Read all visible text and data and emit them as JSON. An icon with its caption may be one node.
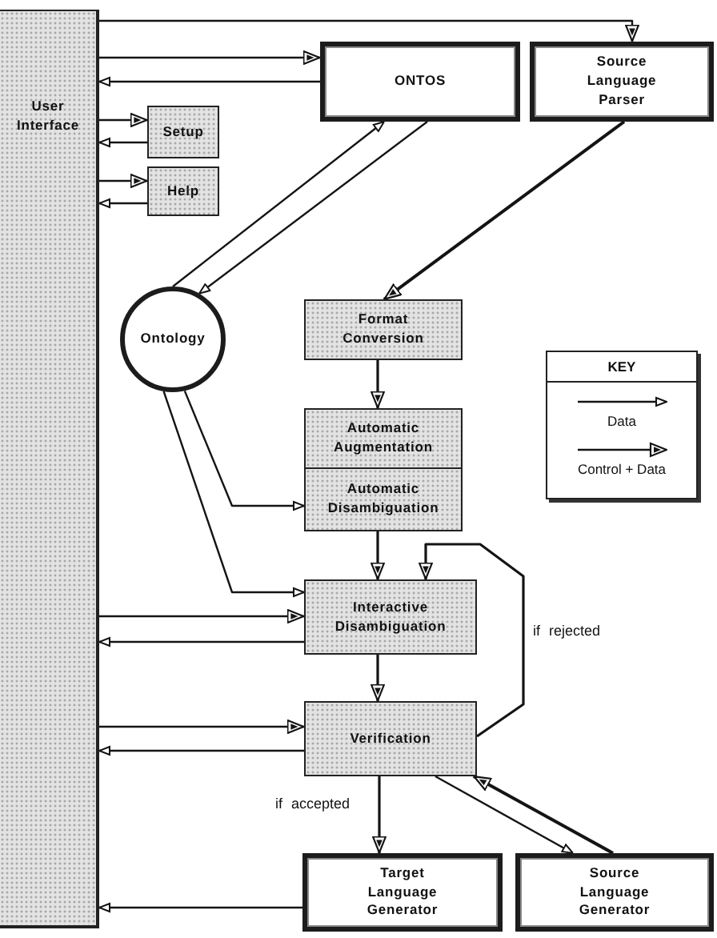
{
  "diagram": {
    "nodes": [
      {
        "text": [
          "User Interface"
        ]
      },
      {
        "text": [
          "ONTOS"
        ]
      },
      {
        "text": [
          "Source Language Parser"
        ]
      },
      {
        "text": [
          "Setup"
        ]
      },
      {
        "text": [
          "Help"
        ]
      },
      {
        "text": [
          "Ontology"
        ]
      },
      {
        "text": [
          "Format Conversion"
        ]
      },
      {
        "text": [
          "Automatic Augmentation"
        ]
      },
      {
        "text": [
          "Automatic Disambiguation"
        ]
      },
      {
        "text": [
          "Interactive Disambiguation"
        ]
      },
      {
        "text": [
          "Verification"
        ]
      },
      {
        "text": [
          "Target Language Generator"
        ]
      },
      {
        "text": [
          "Source Language Generator"
        ]
      }
    ],
    "edges": [
      {
        "from": 0,
        "to": 2,
        "arrow": "to"
      },
      {
        "from": 0,
        "to": 1,
        "arrow": "to"
      },
      {
        "from": 1,
        "to": 0,
        "arrow": "to"
      },
      {
        "from": 0,
        "to": 3,
        "arrow": "to"
      },
      {
        "from": 3,
        "to": 0,
        "arrow": "to"
      },
      {
        "from": 0,
        "to": 4,
        "arrow": "to"
      },
      {
        "from": 4,
        "to": 0,
        "arrow": "to"
      },
      {
        "from": 5,
        "to": 1,
        "arrow": "to"
      },
      {
        "from": 1,
        "to": 5,
        "arrow": "to"
      },
      {
        "from": 2,
        "to": 6,
        "arrow": "to"
      },
      {
        "from": 6,
        "to": 7,
        "arrow": "to"
      },
      {
        "from": 5,
        "to": 8,
        "arrow": "to"
      },
      {
        "from": 5,
        "to": 9,
        "arrow": "to"
      },
      {
        "from": 8,
        "to": 9,
        "arrow": "to"
      },
      {
        "from": 10,
        "to": 9,
        "arrow": "to",
        "label": "if rejected"
      },
      {
        "from": 9,
        "to": 10,
        "arrow": "to"
      },
      {
        "from": 0,
        "to": 9,
        "arrow": "to"
      },
      {
        "from": 9,
        "to": 0,
        "arrow": "to"
      },
      {
        "from": 0,
        "to": 10,
        "arrow": "to"
      },
      {
        "from": 10,
        "to": 0,
        "arrow": "to"
      },
      {
        "from": 10,
        "to": 11,
        "arrow": "to",
        "label": "if accepted"
      },
      {
        "from": 10,
        "to": 12,
        "arrow": "to"
      },
      {
        "from": 12,
        "to": 10,
        "arrow": "to"
      },
      {
        "from": 11,
        "to": 0,
        "arrow": "to"
      }
    ],
    "labels": [
      "KEY"
    ],
    "legend": [
      {
        "text": "Data"
      },
      {
        "text": "Control + Data"
      }
    ]
  }
}
